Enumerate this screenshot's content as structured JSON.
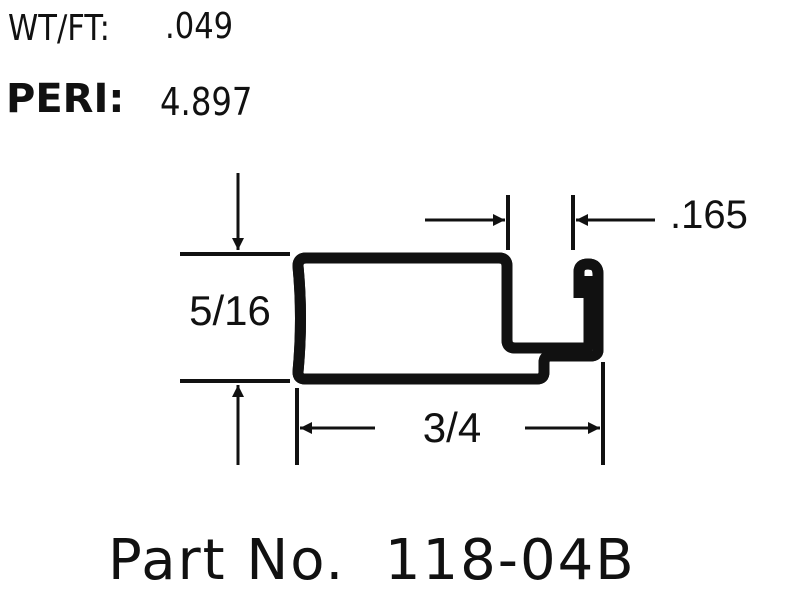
{
  "specs": {
    "wt_ft_label": "WT/FT:",
    "wt_ft_value": ".049",
    "peri_label": "PERI:",
    "peri_value": "4.897"
  },
  "dimensions": {
    "height": "5/16",
    "width": "3/4",
    "opening": ".165"
  },
  "part": {
    "label": "Part No.  118-04B"
  }
}
